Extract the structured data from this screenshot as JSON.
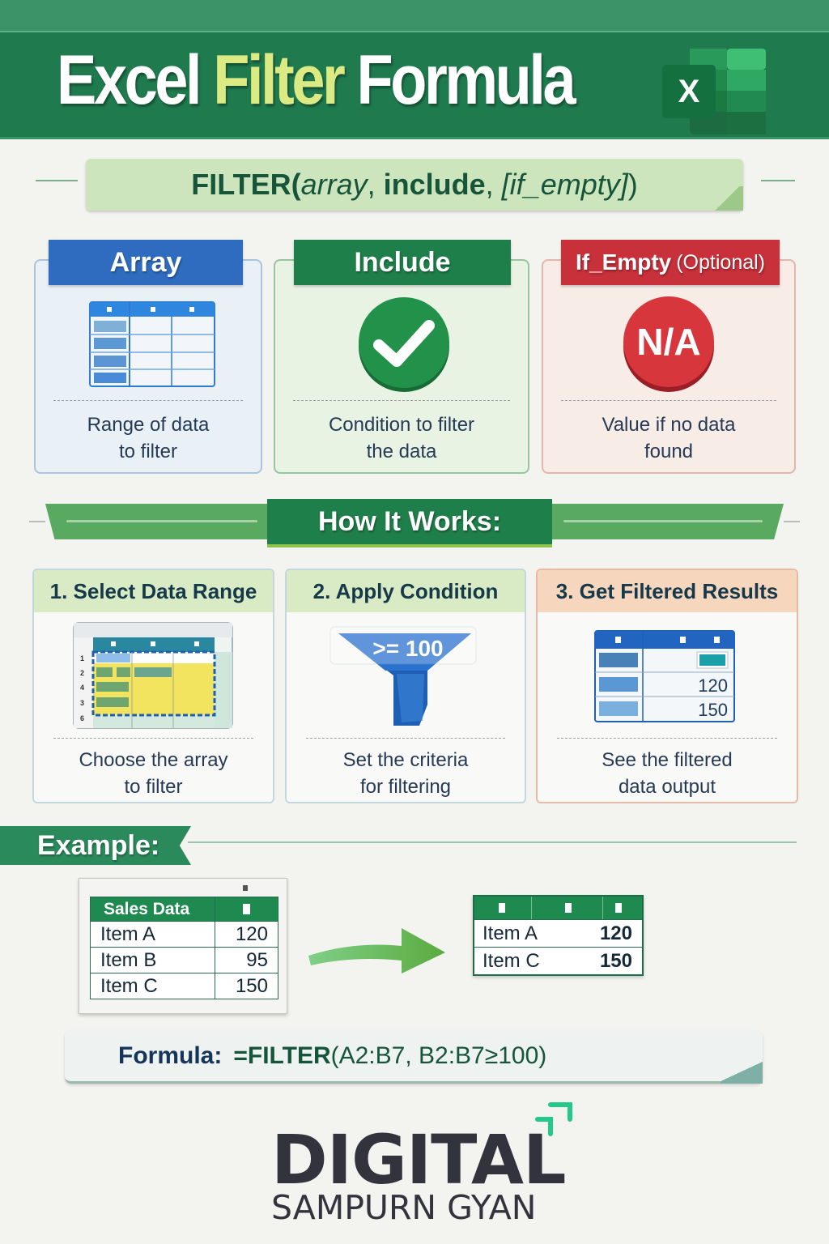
{
  "header": {
    "title_part1": "Excel",
    "title_highlight": "Filter",
    "title_part2": "Formula",
    "logo_letter": "X",
    "colors": {
      "band": "#1f7a4e",
      "highlight": "#dbea82"
    }
  },
  "syntax": {
    "fn": "FILTER(",
    "arg1": "array",
    "sep1": ", ",
    "arg2": "include",
    "sep2": ", ",
    "arg3": "[if_empty]",
    "close": ")"
  },
  "params": [
    {
      "title": "Array",
      "subtitle": "",
      "icon": "table-icon",
      "desc_line1": "Range of data",
      "desc_line2": "to filter",
      "color": "#2f6cbf"
    },
    {
      "title": "Include",
      "subtitle": "",
      "icon": "checkmark-icon",
      "desc_line1": "Condition to filter",
      "desc_line2": "the data",
      "color": "#1f7f4a"
    },
    {
      "title": "If_Empty",
      "subtitle": "(Optional)",
      "icon": "na-badge-icon",
      "badge_text": "N/A",
      "desc_line1": "Value if no data",
      "desc_line2": "found",
      "color": "#c8303a"
    }
  ],
  "how_it_works": {
    "title": "How It Works:",
    "steps": [
      {
        "title": "1. Select Data Range",
        "desc_line1": "Choose the array",
        "desc_line2": "to filter",
        "row_labels": [
          "1",
          "2",
          "4",
          "3",
          "6"
        ],
        "head_color": "#d8ebc4"
      },
      {
        "title": "2. Apply Condition",
        "condition": ">= 100",
        "desc_line1": "Set the criteria",
        "desc_line2": "for filtering",
        "head_color": "#d8ebc4"
      },
      {
        "title": "3. Get Filtered Results",
        "values": [
          "120",
          "150"
        ],
        "desc_line1": "See the filtered",
        "desc_line2": "data output",
        "head_color": "#f6d7bd"
      }
    ]
  },
  "example": {
    "title": "Example:",
    "source_table": {
      "header": "Sales Data",
      "rows": [
        {
          "item": "Item A",
          "value": "120"
        },
        {
          "item": "Item B",
          "value": "95"
        },
        {
          "item": "Item C",
          "value": "150"
        }
      ]
    },
    "result_table": {
      "rows": [
        {
          "item": "Item A",
          "value": "120"
        },
        {
          "item": "Item C",
          "value": "150"
        }
      ]
    }
  },
  "formula": {
    "label": "Formula:",
    "fn": "=FILTER",
    "args": "(A2:B7, B2:B7≥100)"
  },
  "brand": {
    "name": "DIGITAL",
    "tagline": "SAMPURN GYAN",
    "accent": "#22c98a"
  }
}
